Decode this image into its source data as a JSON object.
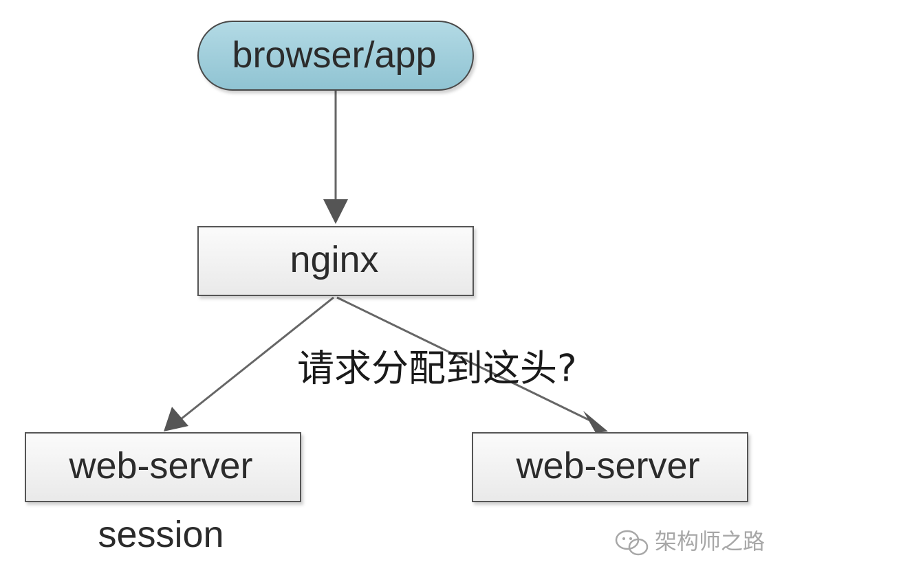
{
  "nodes": {
    "client": {
      "label": "browser/app",
      "shape": "rounded-pill"
    },
    "proxy": {
      "label": "nginx",
      "shape": "rectangle"
    },
    "server_left": {
      "label": "web-server",
      "shape": "rectangle"
    },
    "server_right": {
      "label": "web-server",
      "shape": "rectangle"
    }
  },
  "edges": [
    {
      "from": "client",
      "to": "proxy"
    },
    {
      "from": "proxy",
      "to": "server_left"
    },
    {
      "from": "proxy",
      "to": "server_right"
    }
  ],
  "annotations": {
    "question": "请求分配到这头?",
    "session_label": "session"
  },
  "watermark": {
    "text": "架构师之路",
    "icon": "wechat-icon"
  },
  "colors": {
    "client_fill": "#9ccbd8",
    "node_fill": "#f3f3f3",
    "node_border": "#555555",
    "edge": "#666666"
  }
}
